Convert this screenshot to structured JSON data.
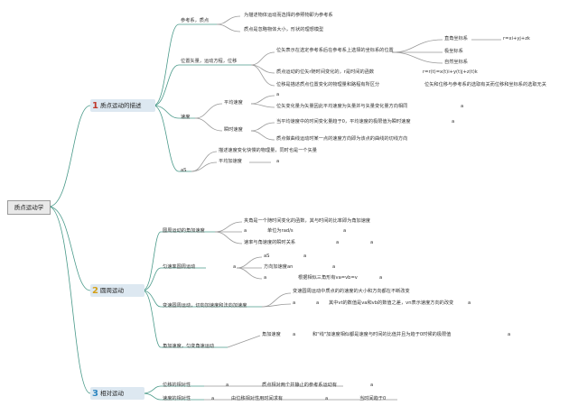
{
  "root": "质点运动学",
  "sections": [
    {
      "num": "1",
      "label": "质点运动的描述"
    },
    {
      "num": "2",
      "label": "圆周运动"
    },
    {
      "num": "3",
      "label": "相对运动"
    }
  ],
  "nodes": {
    "ref_frame": "参考系，质点",
    "ref_desc": "为描述物体运动而选择的参照物即为参考系",
    "point_desc": "质点是忽略物体大小，形状的理想模型",
    "position": "位置矢量，运动方程，位移",
    "pos_vec_desc": "位矢表示在选定参考系后在参考系上选择的坐标系的位置",
    "cartesian": "直角坐标系",
    "cartesian_formula": "r=xi+yj+zk",
    "polar": "极坐标系",
    "natural": "自然坐标系",
    "motion_eq": "质点运动的位矢r随时间变化的，r是时间的函数",
    "motion_eq_formula": "r=r(t)=x(t)i+y(t)j+z(t)k",
    "displacement": "位移是描述质点位置变化的物理量和路程有所区分",
    "displacement_rel": "位矢和位移与参考系的选取有关而位移和坐标系的选取无关",
    "velocity": "速度",
    "avg_velocity": "平均速度",
    "avg_a": "a",
    "avg_desc": "位矢变化量为矢量因此平均速度为矢量并与矢量变化量方向相同",
    "avg_desc_a": "a",
    "inst_velocity": "瞬时速度",
    "inst_desc": "当平均速度中的时间变化量趋于0，平均速度的极限值为瞬时速度",
    "inst_a": "a",
    "inst_dir": "质点做曲线运动时某一点的速度方向即为该点的曲线的切线方向",
    "accel": "aS",
    "accel_desc": "描述速度变化快慢的物理量，同时也是一个矢量",
    "avg_accel": "平均加速度",
    "avg_accel_a": "a",
    "circ_accel": "圆周运动的角加速度",
    "angle_desc": "夹角是一个随时间变化的函数，其与时间的比率即为角加速度",
    "circ_a1": "a",
    "circ_a2": "a",
    "unit": "单位为rad/s",
    "rate_rel": "速率与角速度的瞬时关系",
    "rate_a1": "a",
    "rate_a2": "a",
    "uniform": "匀速率圆周运动",
    "uni_a1": "a",
    "uni_a2": "a",
    "uni_aS": "aS",
    "uni_a3": "a",
    "direction": "方向加速度an",
    "dir_a": "a",
    "dir_a2": "a",
    "triangle": "根据相似三角形有va=vb=v",
    "variable": "变速圆周运动，切向加速度和法向加速度",
    "var_desc": "变速圆周运动中质点的的速度的大小和方向都在不断改变",
    "var_a1": "a",
    "var_a2": "a",
    "var_desc2": "其中vt的数值是va和vb的数值之差，vn表示速度方向的改变",
    "var_a3": "a",
    "angular": "角加速度，匀变角速运动",
    "ang_accel": "角加速度",
    "ang_desc": "和\"线\"加速度相似都是速度与时间的比值并且为趋于0时候的极限值",
    "ang_a1": "a",
    "ang_a2": "a",
    "disp_rel": "位移的相对性",
    "disp_rel_a": "a",
    "disp_rel_desc": "质点相对两个并静止的参考系运动有",
    "disp_rel_a2": "a",
    "vel_rel": "速度的相对性",
    "vel_rel_a": "a",
    "vel_rel_desc": "由位移相对性用时间求有",
    "vel_rel_a2": "a",
    "vel_rel_desc2": "当时间趋于0"
  }
}
